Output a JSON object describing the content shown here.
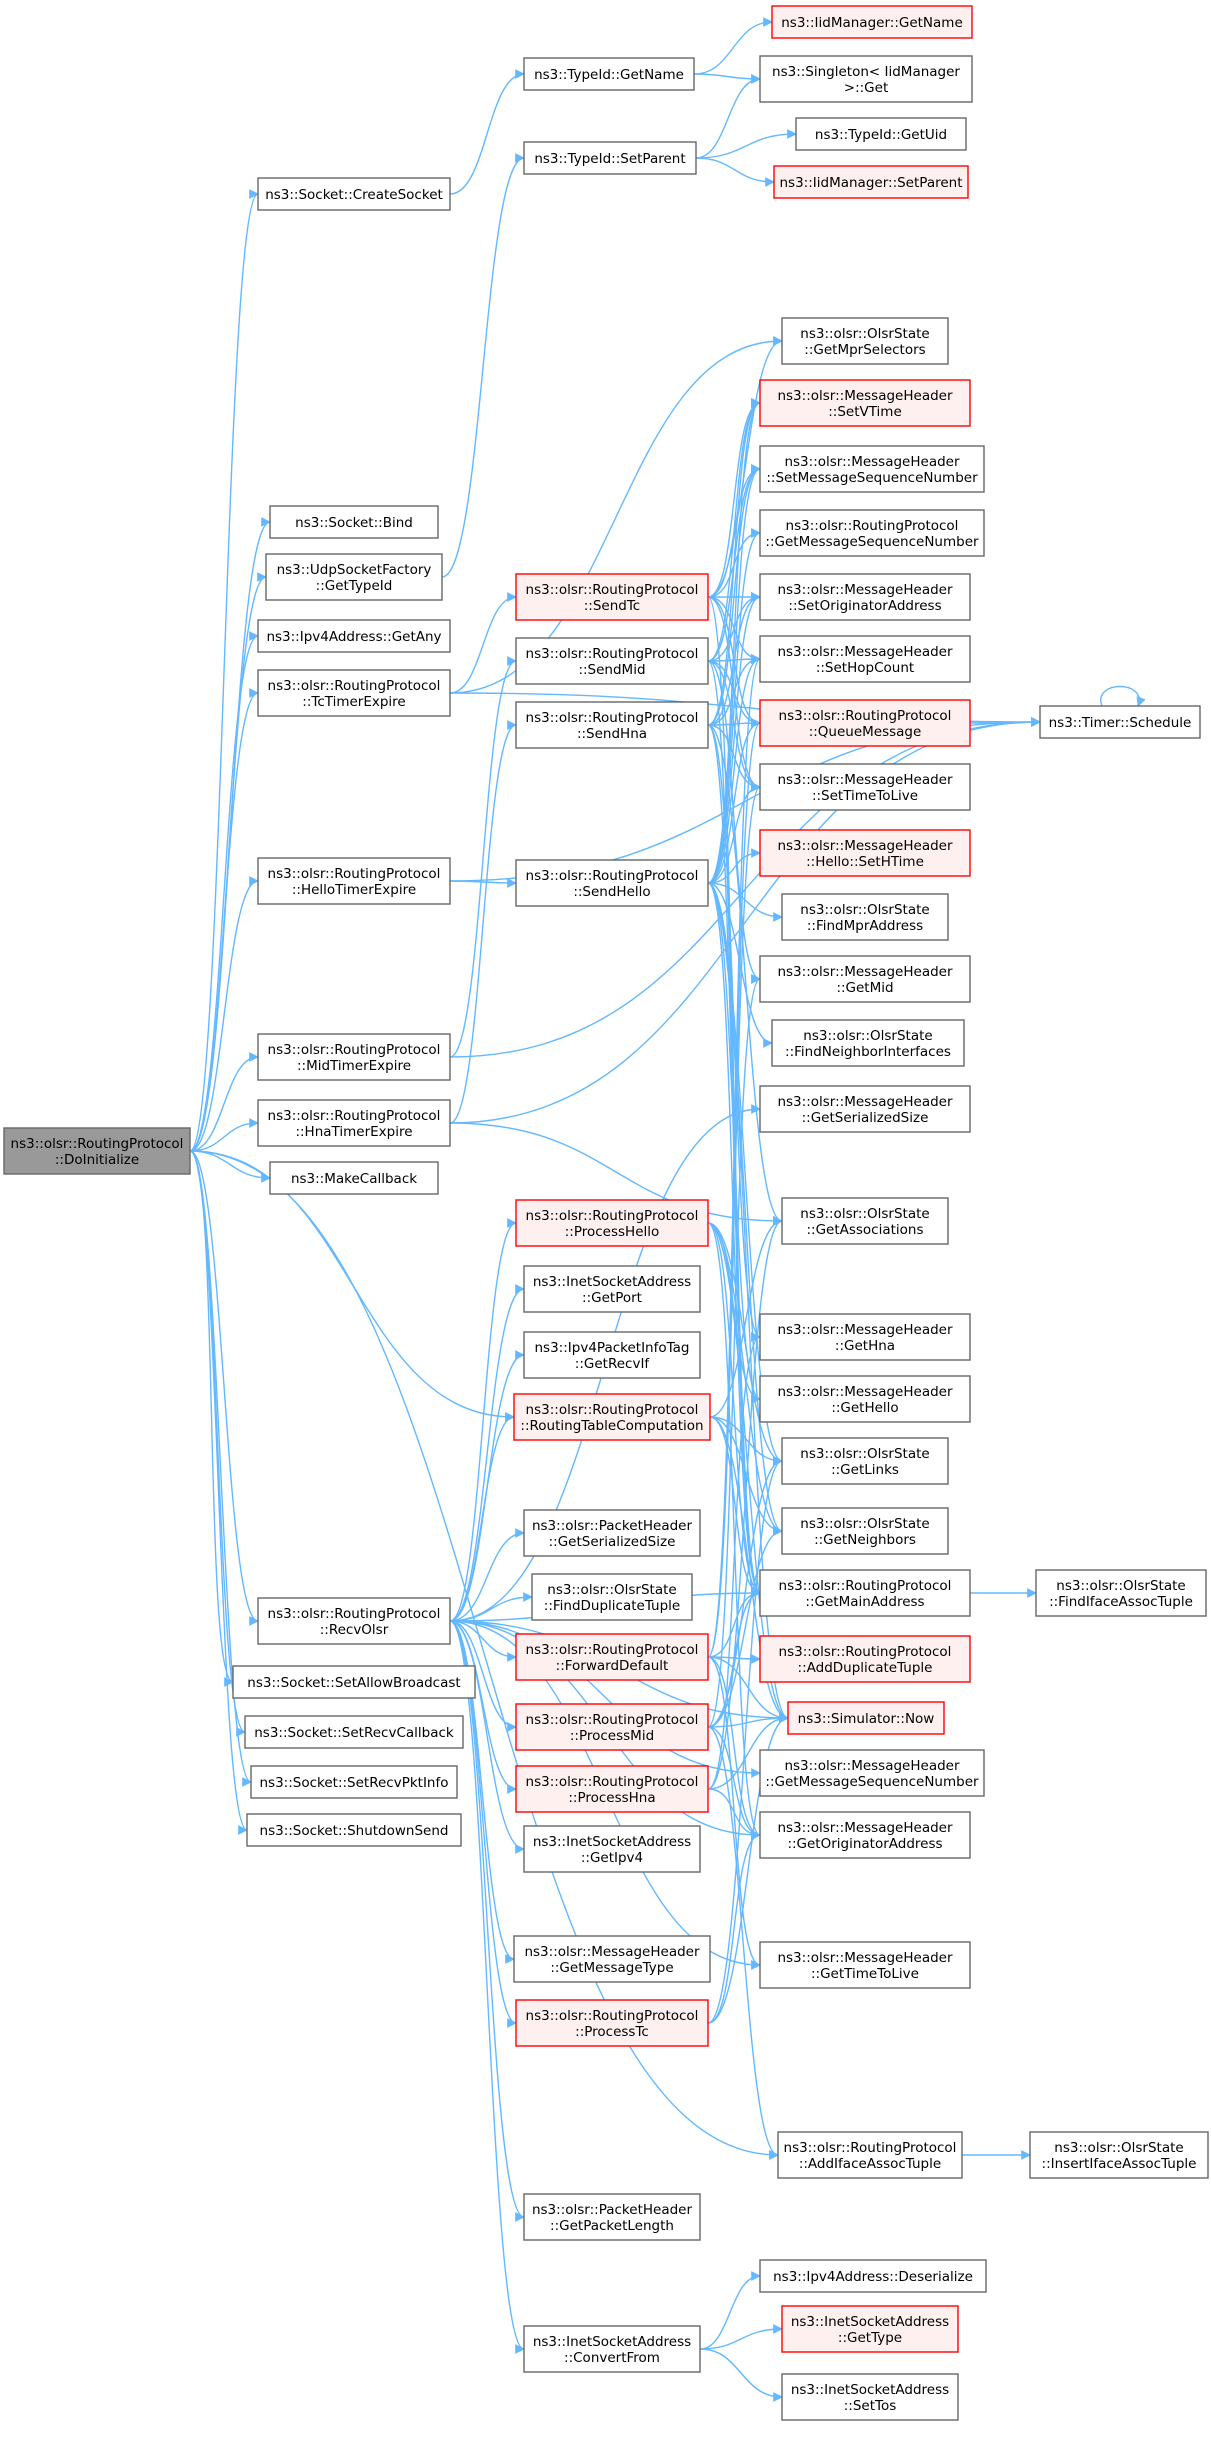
{
  "colors": {
    "edge": "#63b8ff",
    "node_border": "#666666",
    "node_fill": "#ffffff",
    "truncated_border": "#ff0000",
    "truncated_fill": "#fff0f0",
    "root_fill": "#999999"
  },
  "nodes": {
    "root": {
      "lines": [
        "ns3::olsr::RoutingProtocol",
        "::DoInitialize"
      ],
      "style": "root"
    },
    "createSocket": {
      "lines": [
        "ns3::Socket::CreateSocket"
      ],
      "style": "normal"
    },
    "bind": {
      "lines": [
        "ns3::Socket::Bind"
      ],
      "style": "normal"
    },
    "udpGetTypeId": {
      "lines": [
        "ns3::UdpSocketFactory",
        "::GetTypeId"
      ],
      "style": "normal"
    },
    "ipv4GetAny": {
      "lines": [
        "ns3::Ipv4Address::GetAny"
      ],
      "style": "normal"
    },
    "tcTimerExpire": {
      "lines": [
        "ns3::olsr::RoutingProtocol",
        "::TcTimerExpire"
      ],
      "style": "normal"
    },
    "helloTimerExpire": {
      "lines": [
        "ns3::olsr::RoutingProtocol",
        "::HelloTimerExpire"
      ],
      "style": "normal"
    },
    "midTimerExpire": {
      "lines": [
        "ns3::olsr::RoutingProtocol",
        "::MidTimerExpire"
      ],
      "style": "normal"
    },
    "hnaTimerExpire": {
      "lines": [
        "ns3::olsr::RoutingProtocol",
        "::HnaTimerExpire"
      ],
      "style": "normal"
    },
    "makeCallback": {
      "lines": [
        "ns3::MakeCallback"
      ],
      "style": "normal"
    },
    "recvOlsr": {
      "lines": [
        "ns3::olsr::RoutingProtocol",
        "::RecvOlsr"
      ],
      "style": "normal"
    },
    "setAllowBroadcast": {
      "lines": [
        "ns3::Socket::SetAllowBroadcast"
      ],
      "style": "normal"
    },
    "setRecvCallback": {
      "lines": [
        "ns3::Socket::SetRecvCallback"
      ],
      "style": "normal"
    },
    "setRecvPktInfo": {
      "lines": [
        "ns3::Socket::SetRecvPktInfo"
      ],
      "style": "normal"
    },
    "shutdownSend": {
      "lines": [
        "ns3::Socket::ShutdownSend"
      ],
      "style": "normal"
    },
    "typeIdGetName": {
      "lines": [
        "ns3::TypeId::GetName"
      ],
      "style": "normal"
    },
    "typeIdSetParent": {
      "lines": [
        "ns3::TypeId::SetParent"
      ],
      "style": "normal"
    },
    "sendTc": {
      "lines": [
        "ns3::olsr::RoutingProtocol",
        "::SendTc"
      ],
      "style": "truncated"
    },
    "sendMid": {
      "lines": [
        "ns3::olsr::RoutingProtocol",
        "::SendMid"
      ],
      "style": "normal"
    },
    "sendHna": {
      "lines": [
        "ns3::olsr::RoutingProtocol",
        "::SendHna"
      ],
      "style": "normal"
    },
    "sendHello": {
      "lines": [
        "ns3::olsr::RoutingProtocol",
        "::SendHello"
      ],
      "style": "normal"
    },
    "processHello": {
      "lines": [
        "ns3::olsr::RoutingProtocol",
        "::ProcessHello"
      ],
      "style": "truncated"
    },
    "inetGetPort": {
      "lines": [
        "ns3::InetSocketAddress",
        "::GetPort"
      ],
      "style": "normal"
    },
    "getRecvIf": {
      "lines": [
        "ns3::Ipv4PacketInfoTag",
        "::GetRecvIf"
      ],
      "style": "normal"
    },
    "routingTableComputation": {
      "lines": [
        "ns3::olsr::RoutingProtocol",
        "::RoutingTableComputation"
      ],
      "style": "truncated"
    },
    "packetGetSerializedSize": {
      "lines": [
        "ns3::olsr::PacketHeader",
        "::GetSerializedSize"
      ],
      "style": "normal"
    },
    "findDuplicateTuple": {
      "lines": [
        "ns3::olsr::OlsrState",
        "::FindDuplicateTuple"
      ],
      "style": "normal"
    },
    "forwardDefault": {
      "lines": [
        "ns3::olsr::RoutingProtocol",
        "::ForwardDefault"
      ],
      "style": "truncated"
    },
    "processMid": {
      "lines": [
        "ns3::olsr::RoutingProtocol",
        "::ProcessMid"
      ],
      "style": "truncated"
    },
    "processHna": {
      "lines": [
        "ns3::olsr::RoutingProtocol",
        "::ProcessHna"
      ],
      "style": "truncated"
    },
    "inetGetIpv4": {
      "lines": [
        "ns3::InetSocketAddress",
        "::GetIpv4"
      ],
      "style": "normal"
    },
    "getMessageType": {
      "lines": [
        "ns3::olsr::MessageHeader",
        "::GetMessageType"
      ],
      "style": "normal"
    },
    "processTc": {
      "lines": [
        "ns3::olsr::RoutingProtocol",
        "::ProcessTc"
      ],
      "style": "truncated"
    },
    "getPacketLength": {
      "lines": [
        "ns3::olsr::PacketHeader",
        "::GetPacketLength"
      ],
      "style": "normal"
    },
    "convertFrom": {
      "lines": [
        "ns3::InetSocketAddress",
        "::ConvertFrom"
      ],
      "style": "normal"
    },
    "iidGetName": {
      "lines": [
        "ns3::IidManager::GetName"
      ],
      "style": "truncated"
    },
    "singletonGet": {
      "lines": [
        "ns3::Singleton< IidManager",
        " >::Get"
      ],
      "style": "normal"
    },
    "typeIdGetUid": {
      "lines": [
        "ns3::TypeId::GetUid"
      ],
      "style": "normal"
    },
    "iidSetParent": {
      "lines": [
        "ns3::IidManager::SetParent"
      ],
      "style": "truncated"
    },
    "getMprSelectors": {
      "lines": [
        "ns3::olsr::OlsrState",
        "::GetMprSelectors"
      ],
      "style": "normal"
    },
    "setVTime": {
      "lines": [
        "ns3::olsr::MessageHeader",
        "::SetVTime"
      ],
      "style": "truncated"
    },
    "setMessageSequenceNumber": {
      "lines": [
        "ns3::olsr::MessageHeader",
        "::SetMessageSequenceNumber"
      ],
      "style": "normal"
    },
    "getMessageSequenceNumberRP": {
      "lines": [
        "ns3::olsr::RoutingProtocol",
        "::GetMessageSequenceNumber"
      ],
      "style": "normal"
    },
    "setOriginatorAddress": {
      "lines": [
        "ns3::olsr::MessageHeader",
        "::SetOriginatorAddress"
      ],
      "style": "normal"
    },
    "setHopCount": {
      "lines": [
        "ns3::olsr::MessageHeader",
        "::SetHopCount"
      ],
      "style": "normal"
    },
    "queueMessage": {
      "lines": [
        "ns3::olsr::RoutingProtocol",
        "::QueueMessage"
      ],
      "style": "truncated"
    },
    "setTimeToLive": {
      "lines": [
        "ns3::olsr::MessageHeader",
        "::SetTimeToLive"
      ],
      "style": "normal"
    },
    "helloSetHTime": {
      "lines": [
        "ns3::olsr::MessageHeader",
        "::Hello::SetHTime"
      ],
      "style": "truncated"
    },
    "findMprAddress": {
      "lines": [
        "ns3::olsr::OlsrState",
        "::FindMprAddress"
      ],
      "style": "normal"
    },
    "getMid": {
      "lines": [
        "ns3::olsr::MessageHeader",
        "::GetMid"
      ],
      "style": "normal"
    },
    "findNeighborInterfaces": {
      "lines": [
        "ns3::olsr::OlsrState",
        "::FindNeighborInterfaces"
      ],
      "style": "normal"
    },
    "msgGetSerializedSize": {
      "lines": [
        "ns3::olsr::MessageHeader",
        "::GetSerializedSize"
      ],
      "style": "normal"
    },
    "getAssociations": {
      "lines": [
        "ns3::olsr::OlsrState",
        "::GetAssociations"
      ],
      "style": "normal"
    },
    "getHna": {
      "lines": [
        "ns3::olsr::MessageHeader",
        "::GetHna"
      ],
      "style": "normal"
    },
    "getHello": {
      "lines": [
        "ns3::olsr::MessageHeader",
        "::GetHello"
      ],
      "style": "normal"
    },
    "getLinks": {
      "lines": [
        "ns3::olsr::OlsrState",
        "::GetLinks"
      ],
      "style": "normal"
    },
    "getNeighbors": {
      "lines": [
        "ns3::olsr::OlsrState",
        "::GetNeighbors"
      ],
      "style": "normal"
    },
    "getMainAddress": {
      "lines": [
        "ns3::olsr::RoutingProtocol",
        "::GetMainAddress"
      ],
      "style": "normal"
    },
    "addDuplicateTuple": {
      "lines": [
        "ns3::olsr::RoutingProtocol",
        "::AddDuplicateTuple"
      ],
      "style": "truncated"
    },
    "simulatorNow": {
      "lines": [
        "ns3::Simulator::Now"
      ],
      "style": "truncated"
    },
    "getMessageSequenceNumberMH": {
      "lines": [
        "ns3::olsr::MessageHeader",
        "::GetMessageSequenceNumber"
      ],
      "style": "normal"
    },
    "getOriginatorAddress": {
      "lines": [
        "ns3::olsr::MessageHeader",
        "::GetOriginatorAddress"
      ],
      "style": "normal"
    },
    "getTimeToLive": {
      "lines": [
        "ns3::olsr::MessageHeader",
        "::GetTimeToLive"
      ],
      "style": "normal"
    },
    "addIfaceAssocTuple": {
      "lines": [
        "ns3::olsr::RoutingProtocol",
        "::AddIfaceAssocTuple"
      ],
      "style": "normal"
    },
    "ipv4Deserialize": {
      "lines": [
        "ns3::Ipv4Address::Deserialize"
      ],
      "style": "normal"
    },
    "inetGetType": {
      "lines": [
        "ns3::InetSocketAddress",
        "::GetType"
      ],
      "style": "truncated"
    },
    "inetSetTos": {
      "lines": [
        "ns3::InetSocketAddress",
        "::SetTos"
      ],
      "style": "normal"
    },
    "timerSchedule": {
      "lines": [
        "ns3::Timer::Schedule"
      ],
      "style": "normal"
    },
    "findIfaceAssocTuple": {
      "lines": [
        "ns3::olsr::OlsrState",
        "::FindIfaceAssocTuple"
      ],
      "style": "normal"
    },
    "insertIfaceAssocTuple": {
      "lines": [
        "ns3::olsr::OlsrState",
        "::InsertIfaceAssocTuple"
      ],
      "style": "normal"
    }
  },
  "edges": [
    [
      "root",
      "createSocket"
    ],
    [
      "root",
      "bind"
    ],
    [
      "root",
      "udpGetTypeId"
    ],
    [
      "root",
      "ipv4GetAny"
    ],
    [
      "root",
      "tcTimerExpire"
    ],
    [
      "root",
      "helloTimerExpire"
    ],
    [
      "root",
      "midTimerExpire"
    ],
    [
      "root",
      "hnaTimerExpire"
    ],
    [
      "root",
      "makeCallback"
    ],
    [
      "root",
      "recvOlsr"
    ],
    [
      "root",
      "setAllowBroadcast"
    ],
    [
      "root",
      "setRecvCallback"
    ],
    [
      "root",
      "setRecvPktInfo"
    ],
    [
      "root",
      "shutdownSend"
    ],
    [
      "root",
      "routingTableComputation"
    ],
    [
      "root",
      "addIfaceAssocTuple"
    ],
    [
      "createSocket",
      "typeIdGetName"
    ],
    [
      "typeIdGetName",
      "iidGetName"
    ],
    [
      "typeIdGetName",
      "singletonGet"
    ],
    [
      "udpGetTypeId",
      "typeIdSetParent"
    ],
    [
      "typeIdSetParent",
      "singletonGet"
    ],
    [
      "typeIdSetParent",
      "typeIdGetUid"
    ],
    [
      "typeIdSetParent",
      "iidSetParent"
    ],
    [
      "tcTimerExpire",
      "sendTc"
    ],
    [
      "tcTimerExpire",
      "timerSchedule"
    ],
    [
      "tcTimerExpire",
      "getMprSelectors"
    ],
    [
      "helloTimerExpire",
      "sendHello"
    ],
    [
      "helloTimerExpire",
      "timerSchedule"
    ],
    [
      "midTimerExpire",
      "sendMid"
    ],
    [
      "midTimerExpire",
      "timerSchedule"
    ],
    [
      "hnaTimerExpire",
      "sendHna"
    ],
    [
      "hnaTimerExpire",
      "timerSchedule"
    ],
    [
      "hnaTimerExpire",
      "getAssociations"
    ],
    [
      "sendTc",
      "getMprSelectors"
    ],
    [
      "sendTc",
      "setVTime"
    ],
    [
      "sendTc",
      "setMessageSequenceNumber"
    ],
    [
      "sendTc",
      "getMessageSequenceNumberRP"
    ],
    [
      "sendTc",
      "setOriginatorAddress"
    ],
    [
      "sendTc",
      "setHopCount"
    ],
    [
      "sendTc",
      "queueMessage"
    ],
    [
      "sendTc",
      "setTimeToLive"
    ],
    [
      "sendTc",
      "getMainAddress"
    ],
    [
      "sendMid",
      "setVTime"
    ],
    [
      "sendMid",
      "setMessageSequenceNumber"
    ],
    [
      "sendMid",
      "setOriginatorAddress"
    ],
    [
      "sendMid",
      "setHopCount"
    ],
    [
      "sendMid",
      "queueMessage"
    ],
    [
      "sendMid",
      "setTimeToLive"
    ],
    [
      "sendMid",
      "getMid"
    ],
    [
      "sendMid",
      "getMainAddress"
    ],
    [
      "sendHna",
      "setVTime"
    ],
    [
      "sendHna",
      "setMessageSequenceNumber"
    ],
    [
      "sendHna",
      "setOriginatorAddress"
    ],
    [
      "sendHna",
      "setHopCount"
    ],
    [
      "sendHna",
      "queueMessage"
    ],
    [
      "sendHna",
      "setTimeToLive"
    ],
    [
      "sendHna",
      "getHna"
    ],
    [
      "sendHna",
      "getAssociations"
    ],
    [
      "sendHna",
      "getMainAddress"
    ],
    [
      "sendHello",
      "setVTime"
    ],
    [
      "sendHello",
      "setMessageSequenceNumber"
    ],
    [
      "sendHello",
      "getMessageSequenceNumberRP"
    ],
    [
      "sendHello",
      "setOriginatorAddress"
    ],
    [
      "sendHello",
      "setHopCount"
    ],
    [
      "sendHello",
      "queueMessage"
    ],
    [
      "sendHello",
      "setTimeToLive"
    ],
    [
      "sendHello",
      "helloSetHTime"
    ],
    [
      "sendHello",
      "findMprAddress"
    ],
    [
      "sendHello",
      "findNeighborInterfaces"
    ],
    [
      "sendHello",
      "getHello"
    ],
    [
      "sendHello",
      "getLinks"
    ],
    [
      "sendHello",
      "getNeighbors"
    ],
    [
      "sendHello",
      "getMainAddress"
    ],
    [
      "sendHello",
      "simulatorNow"
    ],
    [
      "queueMessage",
      "timerSchedule"
    ],
    [
      "timerSchedule",
      "timerSchedule"
    ],
    [
      "recvOlsr",
      "processHello"
    ],
    [
      "recvOlsr",
      "inetGetPort"
    ],
    [
      "recvOlsr",
      "getRecvIf"
    ],
    [
      "recvOlsr",
      "routingTableComputation"
    ],
    [
      "recvOlsr",
      "packetGetSerializedSize"
    ],
    [
      "recvOlsr",
      "findDuplicateTuple"
    ],
    [
      "recvOlsr",
      "forwardDefault"
    ],
    [
      "recvOlsr",
      "processMid"
    ],
    [
      "recvOlsr",
      "processHna"
    ],
    [
      "recvOlsr",
      "inetGetIpv4"
    ],
    [
      "recvOlsr",
      "getMessageType"
    ],
    [
      "recvOlsr",
      "processTc"
    ],
    [
      "recvOlsr",
      "getPacketLength"
    ],
    [
      "recvOlsr",
      "convertFrom"
    ],
    [
      "recvOlsr",
      "msgGetSerializedSize"
    ],
    [
      "recvOlsr",
      "getOriginatorAddress"
    ],
    [
      "recvOlsr",
      "getMessageSequenceNumberMH"
    ],
    [
      "recvOlsr",
      "getTimeToLive"
    ],
    [
      "recvOlsr",
      "getMainAddress"
    ],
    [
      "recvOlsr",
      "simulatorNow"
    ],
    [
      "processHello",
      "getHello"
    ],
    [
      "processHello",
      "getLinks"
    ],
    [
      "processHello",
      "getNeighbors"
    ],
    [
      "processHello",
      "getMainAddress"
    ],
    [
      "processHello",
      "simulatorNow"
    ],
    [
      "processHello",
      "getOriginatorAddress"
    ],
    [
      "routingTableComputation",
      "getLinks"
    ],
    [
      "routingTableComputation",
      "getNeighbors"
    ],
    [
      "routingTableComputation",
      "getAssociations"
    ],
    [
      "routingTableComputation",
      "getMainAddress"
    ],
    [
      "routingTableComputation",
      "simulatorNow"
    ],
    [
      "forwardDefault",
      "getMainAddress"
    ],
    [
      "forwardDefault",
      "addDuplicateTuple"
    ],
    [
      "forwardDefault",
      "simulatorNow"
    ],
    [
      "forwardDefault",
      "getOriginatorAddress"
    ],
    [
      "forwardDefault",
      "getTimeToLive"
    ],
    [
      "forwardDefault",
      "setHopCount"
    ],
    [
      "forwardDefault",
      "setTimeToLive"
    ],
    [
      "forwardDefault",
      "queueMessage"
    ],
    [
      "processMid",
      "getMid"
    ],
    [
      "processMid",
      "getLinks"
    ],
    [
      "processMid",
      "getNeighbors"
    ],
    [
      "processMid",
      "getMainAddress"
    ],
    [
      "processMid",
      "simulatorNow"
    ],
    [
      "processMid",
      "getOriginatorAddress"
    ],
    [
      "processMid",
      "addIfaceAssocTuple"
    ],
    [
      "processHna",
      "getHna"
    ],
    [
      "processHna",
      "simulatorNow"
    ],
    [
      "processHna",
      "getOriginatorAddress"
    ],
    [
      "processHna",
      "getAssociations"
    ],
    [
      "processTc",
      "simulatorNow"
    ],
    [
      "processTc",
      "getOriginatorAddress"
    ],
    [
      "processTc",
      "getLinks"
    ],
    [
      "convertFrom",
      "ipv4Deserialize"
    ],
    [
      "convertFrom",
      "inetGetType"
    ],
    [
      "convertFrom",
      "inetSetTos"
    ],
    [
      "getMainAddress",
      "findIfaceAssocTuple"
    ],
    [
      "addIfaceAssocTuple",
      "insertIfaceAssocTuple"
    ]
  ]
}
